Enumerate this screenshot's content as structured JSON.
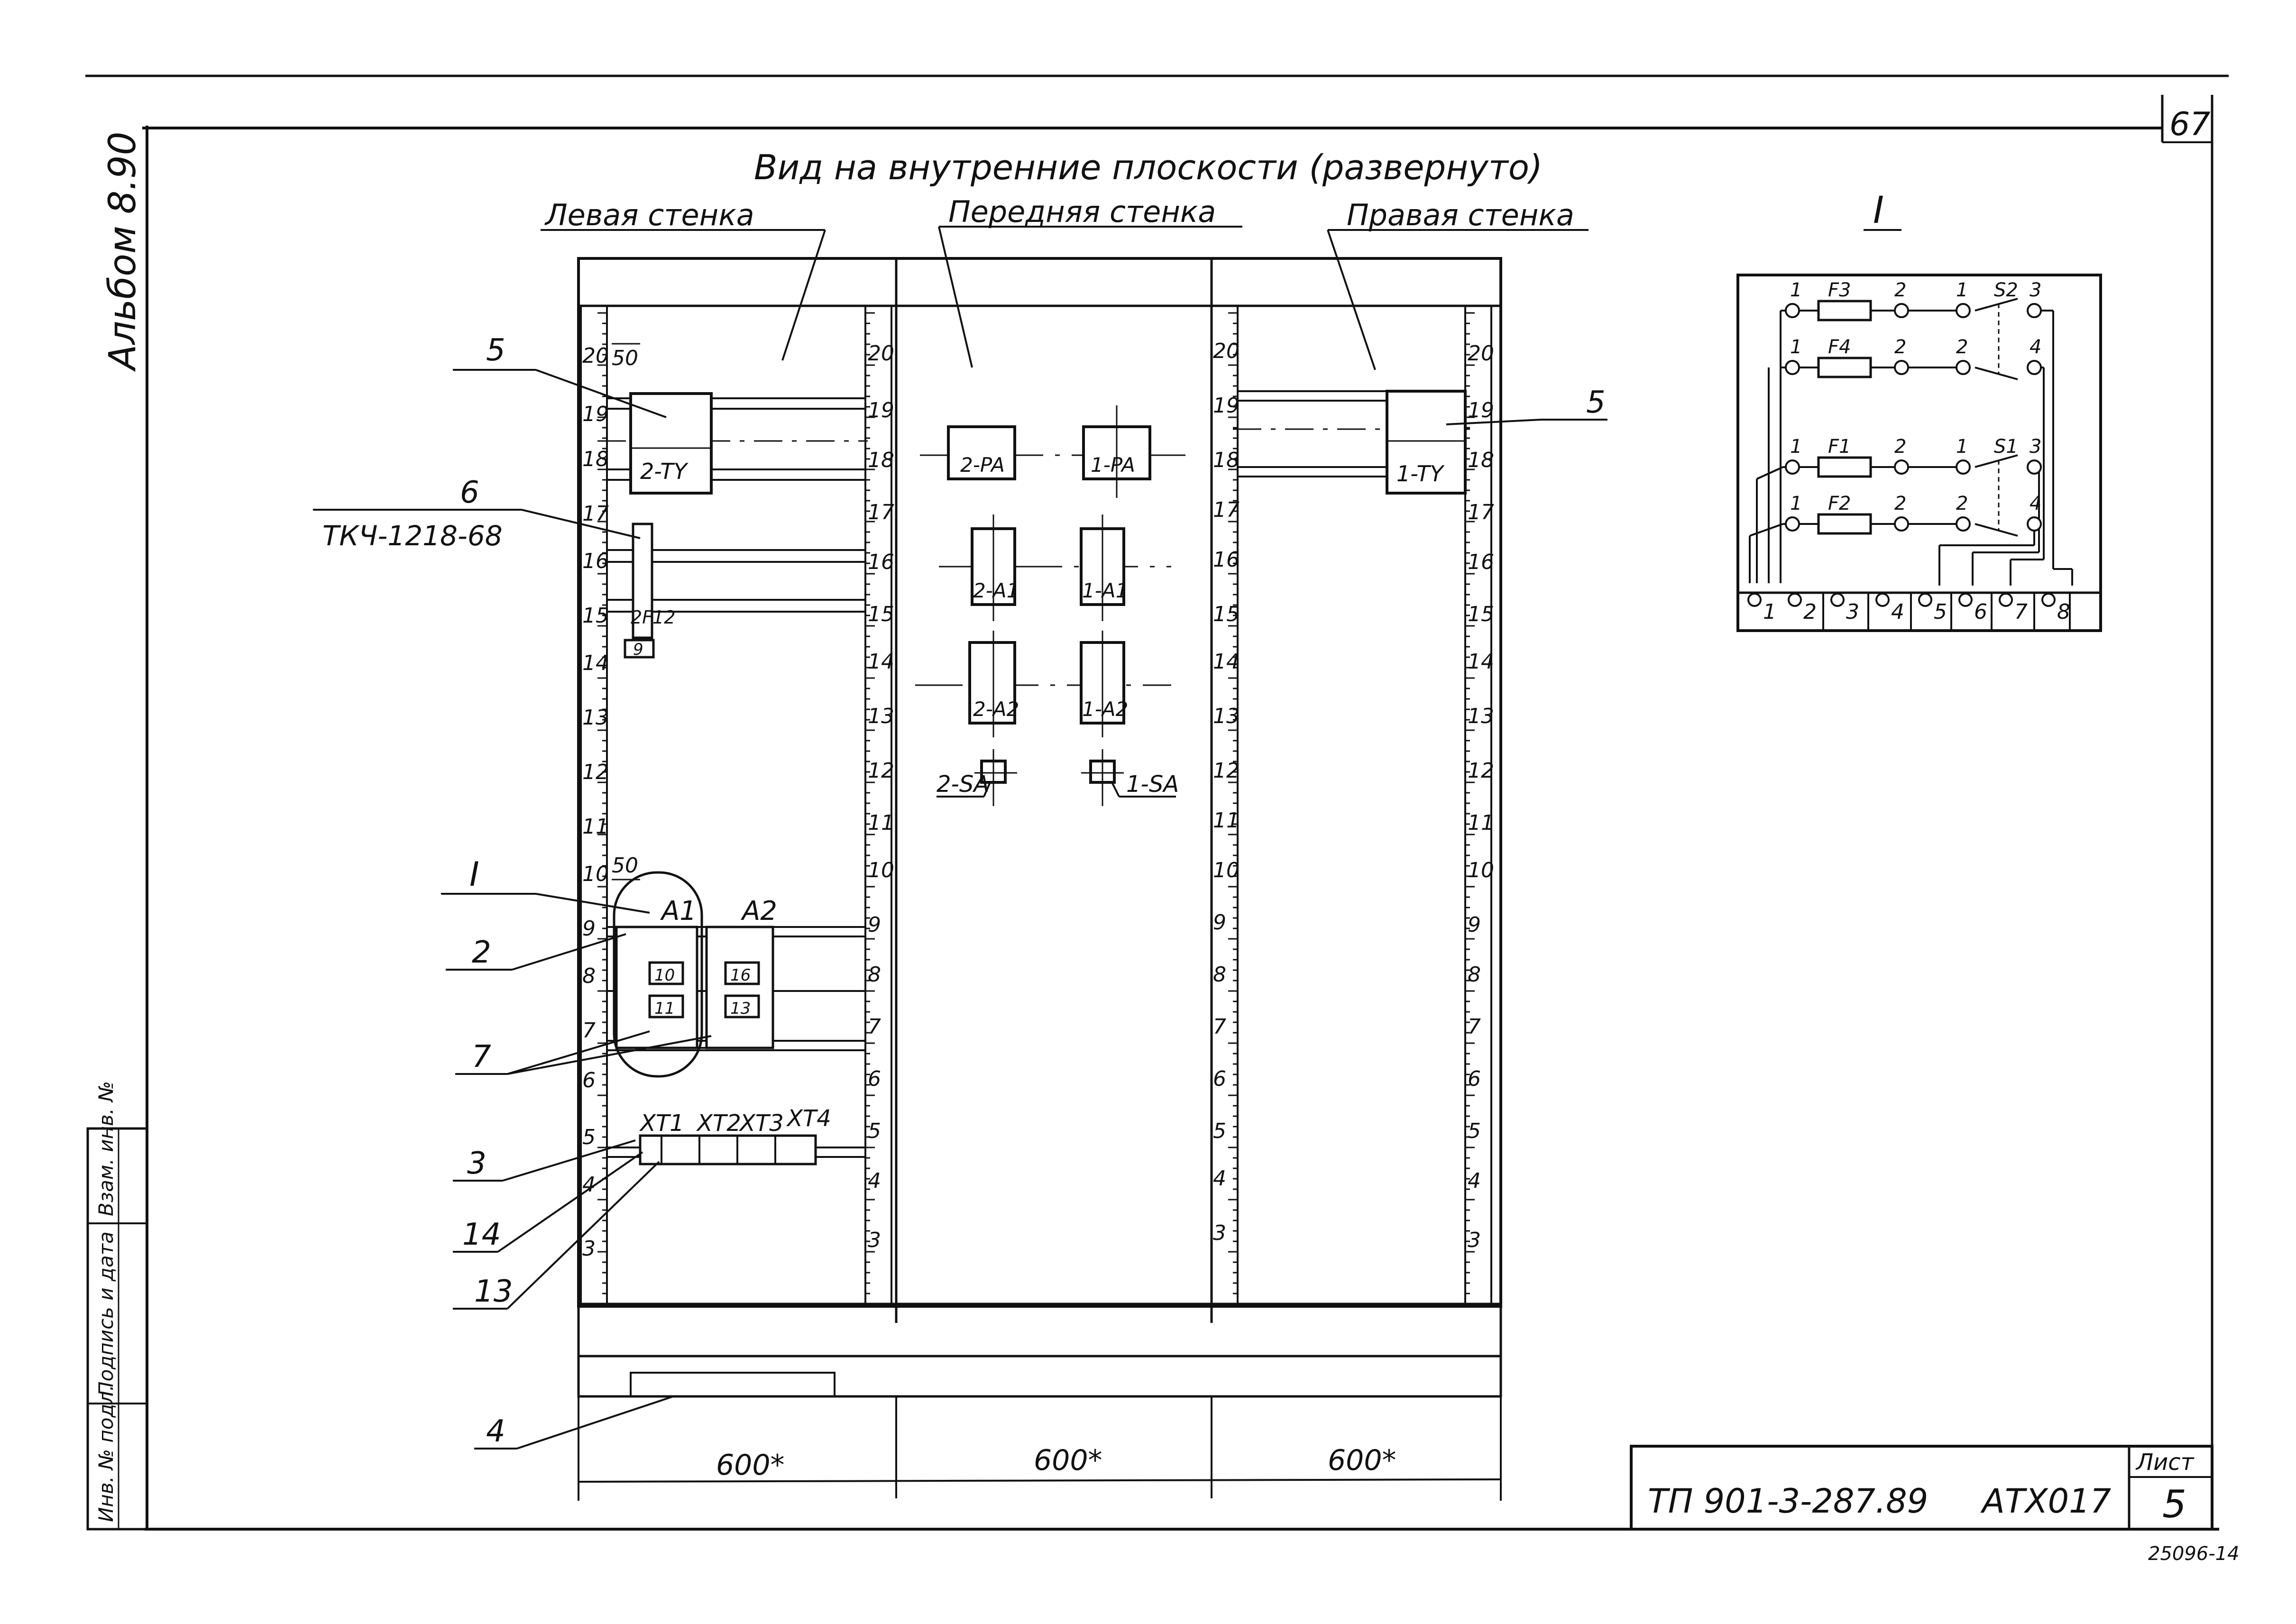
{
  "title": "Вид на внутренние плоскости (развернуто)",
  "sheet_corner": "67",
  "album": "Альбом 8.90",
  "walls": {
    "left": "Левая стенка",
    "front": "Передняя стенка",
    "right": "Правая стенка"
  },
  "detail_title": "I",
  "scale_left": [
    "20",
    "19",
    "18",
    "17",
    "16",
    "15",
    "14",
    "13",
    "12",
    "11",
    "10",
    "9",
    "8",
    "7",
    "6",
    "5",
    "4",
    "3"
  ],
  "scale_right": [
    "20",
    "19",
    "18",
    "17",
    "16",
    "15",
    "14",
    "13",
    "12",
    "11",
    "10",
    "9",
    "8",
    "7",
    "6",
    "5",
    "4",
    "3"
  ],
  "dim_50_top": "50",
  "dim_50_mid": "50",
  "devices": {
    "tu2": "2-TY",
    "tu1": "1-TY",
    "pa2": "2-PA",
    "pa1": "1-PA",
    "a21": "2-A1",
    "a11": "1-A1",
    "a22": "2-A2",
    "a12": "1-A2",
    "sa2": "2-SA",
    "sa1": "1-SA",
    "a1": "A1",
    "a2": "A2",
    "cells": [
      "10",
      "16",
      "11",
      "13"
    ],
    "fuse_label": "2F12",
    "small_box": "9",
    "xt": [
      "XT1",
      "XT2",
      "XT3",
      "XT4"
    ]
  },
  "callouts": {
    "c5_left": "5",
    "c6": "6",
    "c6_sub": "ТКЧ-1218-68",
    "cI": "I",
    "c2": "2",
    "c7": "7",
    "c3": "3",
    "c14": "14",
    "c13": "13",
    "c4": "4",
    "c5_right": "5"
  },
  "dims": {
    "left": "600*",
    "front": "600*",
    "right": "600*"
  },
  "schematic": {
    "fuses": [
      "F3",
      "F4",
      "F1",
      "F2"
    ],
    "switches": [
      "S2",
      "S1"
    ],
    "pin_left": "1",
    "pin_right": "2",
    "pin_3": "3",
    "pin_4": "4",
    "terminals": [
      "1",
      "2",
      "3",
      "4",
      "5",
      "6",
      "7",
      "8"
    ]
  },
  "side_stamp": [
    "Инв. № подл.",
    "Подпись и дата",
    "Взам. инв. №"
  ],
  "title_block": {
    "code": "ТП 901-3-287.89",
    "doc": "АТХ017",
    "sheet_label": "Лист",
    "sheet_no": "5"
  },
  "footer_code": "25096-14"
}
